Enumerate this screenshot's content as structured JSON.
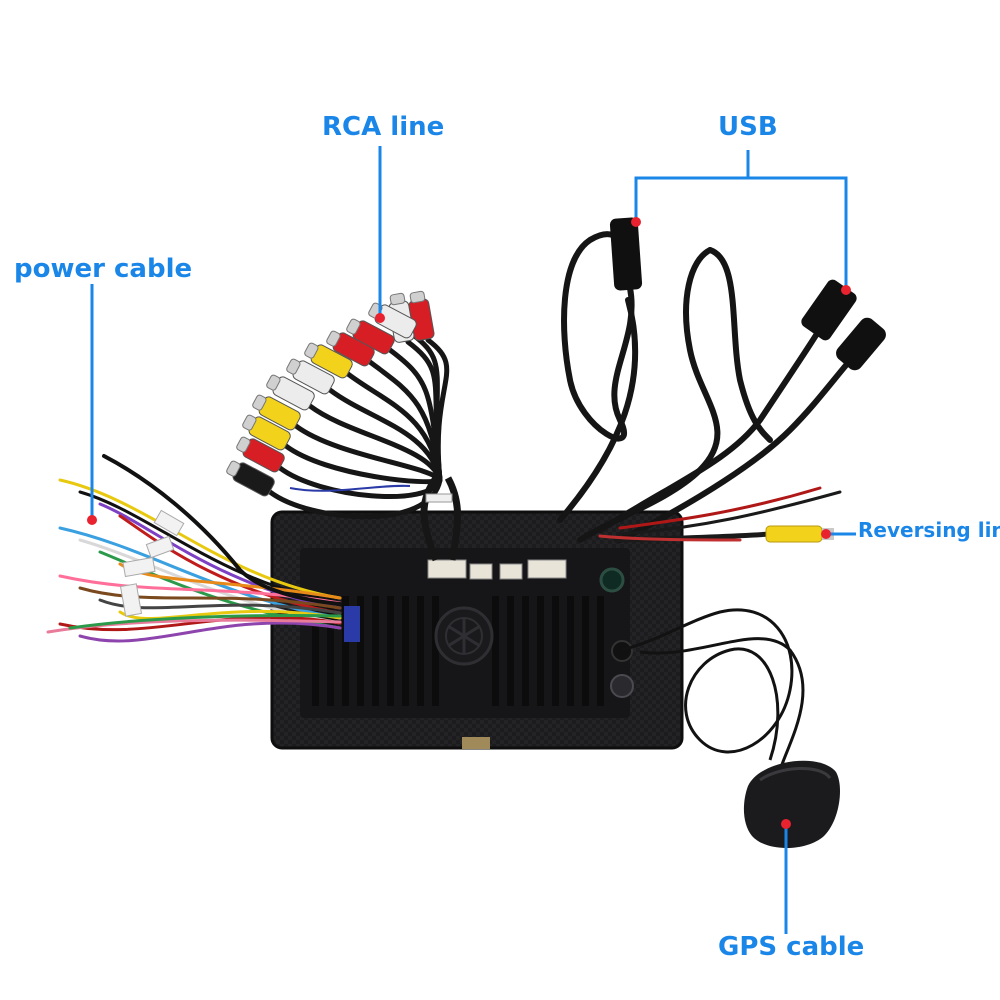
{
  "labels": {
    "rca_line": "RCA line",
    "usb": "USB",
    "power_cable": "power cable",
    "reversing_line": "Reversing line",
    "gps_cable": "GPS cable"
  },
  "colors": {
    "callout": "#1a86e8",
    "marker": "#e8222e",
    "unit_body": "#1c1c1e",
    "rca_red": "#d81e25",
    "rca_white": "#ececec",
    "rca_yellow": "#f2d21a"
  },
  "icons": [
    "fan-icon",
    "gps-antenna-icon",
    "usb-plug-icon",
    "rca-plug-icon"
  ]
}
